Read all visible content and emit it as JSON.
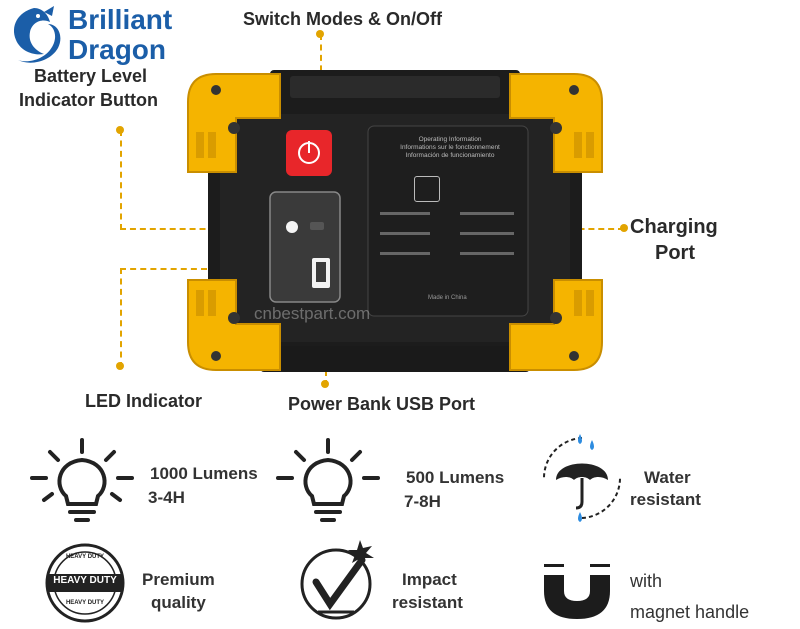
{
  "brand": {
    "line1": "Brilliant",
    "line2": "Dragon",
    "logo_icon": "dragon-logo-icon",
    "color": "#1b5ea8"
  },
  "callouts": {
    "switch": "Switch Modes & On/Off",
    "battery_line1": "Battery Level",
    "battery_line2": "Indicator Button",
    "charging_line1": "Charging",
    "charging_line2": "Port",
    "led": "LED Indicator",
    "usb": "Power Bank USB Port"
  },
  "device": {
    "info_title": "Operating Information",
    "info_subtitle1": "Informations sur le fonctionnement",
    "info_subtitle2": "Información de funcionamiento",
    "made_in": "Made in China",
    "watermark": "cnbestpart.com",
    "accent_yellow": "#f5b400",
    "body_color": "#1c1c1c",
    "button_red": "#e8262a"
  },
  "features": {
    "f1_line1": "1000 Lumens",
    "f1_line2": "3-4H",
    "f2_line1": "500 Lumens",
    "f2_line2": "7-8H",
    "f3_line1": "Water",
    "f3_line2": "resistant",
    "f4_line1": "Premium",
    "f4_line2": "quality",
    "f5_line1": "Impact",
    "f5_line2": "resistant",
    "f6_line1": "with",
    "f6_line2": "magnet handle",
    "badge_text_top": "HEAVY DUTY",
    "badge_text_mid": "HEAVY DUTY",
    "badge_text_bottom": "HEAVY DUTY"
  },
  "icons": [
    "bulb-icon",
    "bulb-icon",
    "umbrella-rain-icon",
    "heavy-duty-badge-icon",
    "impact-check-icon",
    "magnet-icon"
  ]
}
